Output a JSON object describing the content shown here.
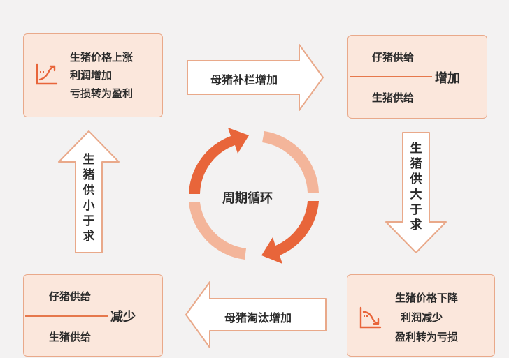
{
  "center": {
    "title": "周期循环"
  },
  "top_left": {
    "lines": [
      "生猪价格上涨",
      "利润增加",
      "亏损转为盈利"
    ],
    "icon": "rising-trend-chart-icon"
  },
  "top_right": {
    "upper": "仔猪供给",
    "lower": "生猪供给",
    "status": "增加"
  },
  "bottom_right": {
    "lines": [
      "生猪价格下降",
      "利润减少",
      "盈利转为亏损"
    ],
    "icon": "falling-trend-chart-icon"
  },
  "bottom_left": {
    "upper": "仔猪供给",
    "lower": "生猪供给",
    "status": "减少"
  },
  "arrows": {
    "top": "母猪补栏增加",
    "right": [
      "生",
      "猪",
      "供",
      "大",
      "于",
      "求"
    ],
    "bottom": "母猪淘汰增加",
    "left": [
      "生",
      "猪",
      "供",
      "小",
      "于",
      "求"
    ]
  },
  "colors": {
    "accent": "#e8653a",
    "accent_light": "#f3b59a",
    "box_fill": "#fbe7dc",
    "box_border": "#e9a98a"
  }
}
